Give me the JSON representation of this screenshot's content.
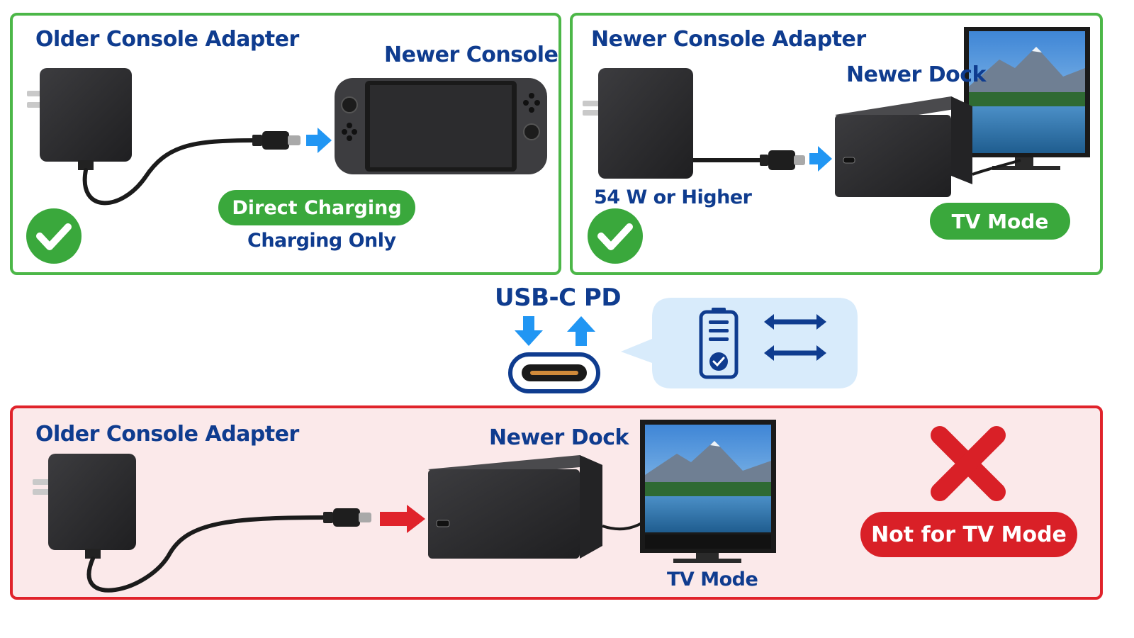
{
  "top_left": {
    "title": "Older Console Adapter",
    "device_label": "Newer Console",
    "badge": "Direct Charging",
    "caption": "Charging Only",
    "status_icon": "check-circle-icon"
  },
  "top_right": {
    "title": "Newer Console Adapter",
    "device_label": "Newer Dock",
    "wattage": "54 W or Higher",
    "badge": "TV Mode",
    "status_icon": "check-circle-icon"
  },
  "center": {
    "title": "USB-C PD",
    "icons": [
      "down-arrow-icon",
      "up-arrow-icon",
      "usb-c-port-icon",
      "battery-check-icon",
      "bidirectional-arrows-icon"
    ]
  },
  "bottom": {
    "title": "Older Console Adapter",
    "device_label": "Newer Dock",
    "tv_label": "TV Mode",
    "badge": "Not for TV Mode",
    "status_icon": "red-x-icon"
  },
  "colors": {
    "ok_green": "#4cb748",
    "bad_red": "#e0232b",
    "label_blue": "#0f3c8f",
    "arrow_blue": "#2196f3"
  }
}
